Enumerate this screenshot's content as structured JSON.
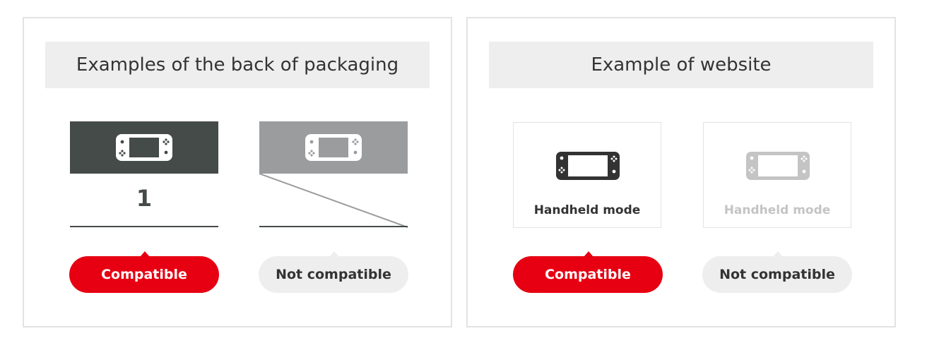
{
  "left_panel": {
    "title": "Examples of the back of packaging",
    "compatible_example": {
      "icon": "switch-console-icon",
      "player_count": "1",
      "badge": "Compatible"
    },
    "incompatible_example": {
      "icon": "switch-console-icon",
      "badge": "Not compatible"
    }
  },
  "right_panel": {
    "title": "Example of website",
    "compatible_example": {
      "icon": "handheld-console-icon",
      "mode_label": "Handheld mode",
      "badge": "Compatible"
    },
    "incompatible_example": {
      "icon": "handheld-console-icon",
      "mode_label": "Handheld mode",
      "badge": "Not compatible"
    }
  },
  "colors": {
    "compatible_red": "#e60012",
    "dark_band": "#444b48",
    "grey_band": "#9a9c9e",
    "light_badge": "#eeeeee"
  }
}
